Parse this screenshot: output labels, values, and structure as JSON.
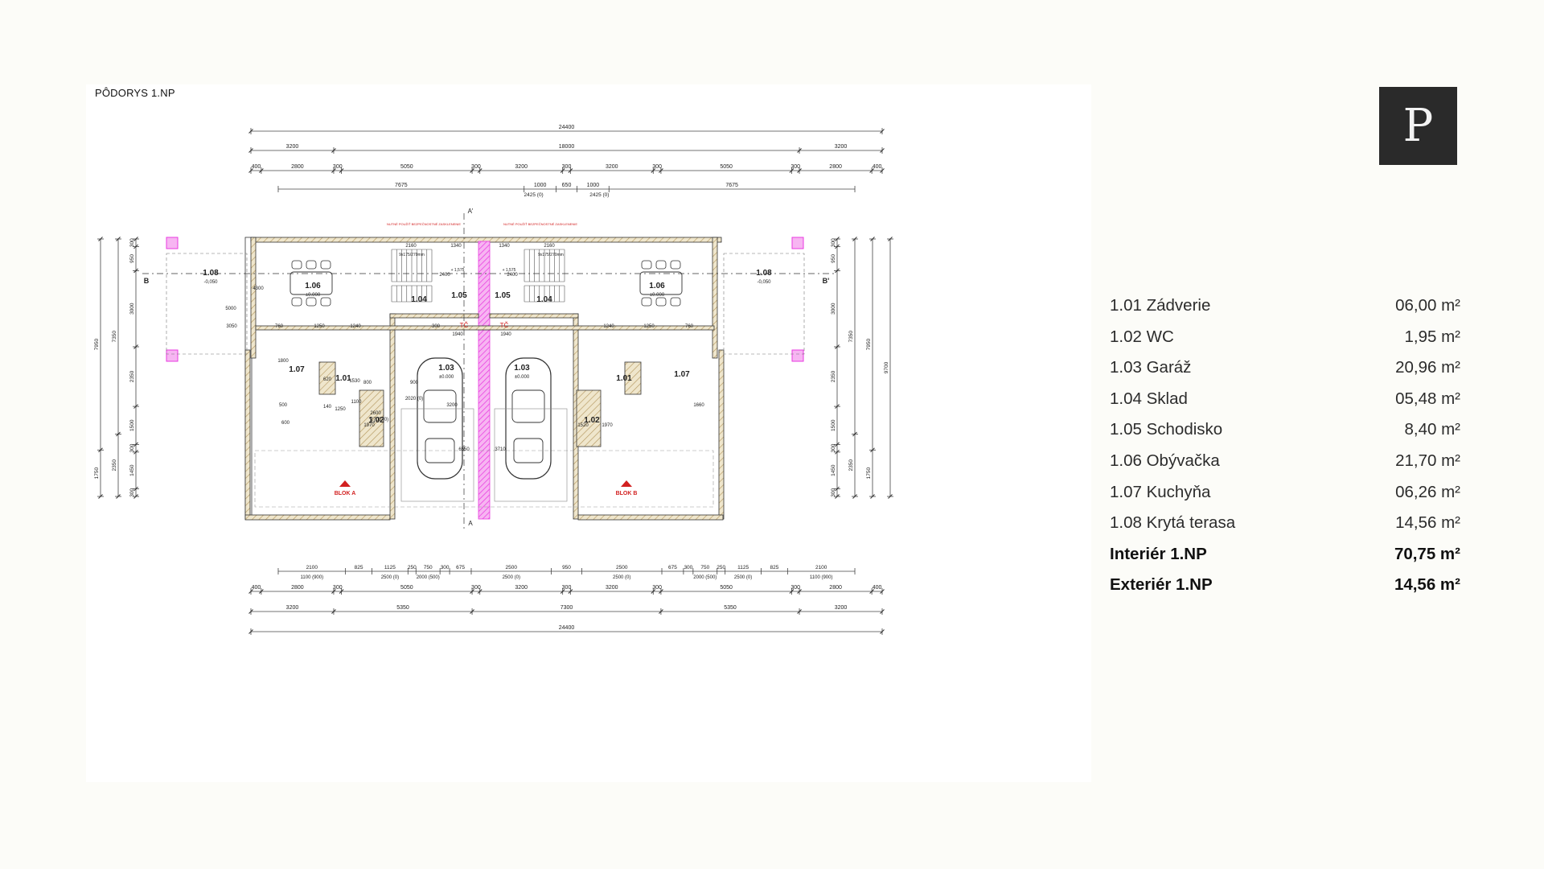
{
  "plan": {
    "title": "PÔDORYS 1.NP",
    "dims_top": {
      "overall": "24400",
      "row2": [
        "3200",
        "18000",
        "3200"
      ],
      "row3": [
        "400",
        "2800",
        "300",
        "5050",
        "300",
        "3200",
        "300",
        "3200",
        "300",
        "5050",
        "300",
        "2800",
        "400"
      ],
      "row4": [
        "7675",
        "1000",
        "650",
        "1000",
        "7675"
      ],
      "row4_sub": [
        "2425 (0)",
        "2425 (0)"
      ]
    },
    "dims_bottom": {
      "row1": [
        "2100",
        "825",
        "1125",
        "250",
        "750",
        "300",
        "675",
        "2500",
        "950",
        "2500",
        "675",
        "300",
        "750",
        "250",
        "1125",
        "825",
        "2100"
      ],
      "row1_sub": [
        "1100 (900)",
        "2500 (0)",
        "2000 (500)",
        "2500 (0)",
        "2500 (0)",
        "2000 (500)",
        "2500 (0)",
        "1100 (900)"
      ],
      "row2": [
        "400",
        "2800",
        "300",
        "5050",
        "300",
        "3200",
        "300",
        "3200",
        "300",
        "5050",
        "300",
        "2800",
        "400"
      ],
      "row3": [
        "3200",
        "5350",
        "7300",
        "5350",
        "3200"
      ],
      "overall": "24400"
    },
    "dims_side": {
      "overall": "9700",
      "row2": [
        "7950",
        "1750"
      ],
      "row3": [
        "7350",
        "2350"
      ],
      "row4": [
        "300",
        "950",
        "3000",
        "2350",
        "1500",
        "300",
        "1450",
        "300"
      ]
    },
    "room_labels": [
      "1.08",
      "1.06",
      "1.04",
      "1.05",
      "1.05",
      "1.04",
      "1.06",
      "1.08",
      "1.07",
      "1.01",
      "1.02",
      "1.03",
      "1.03",
      "1.01",
      "1.02",
      "1.07"
    ],
    "levels": [
      "-0,050",
      "±0.000",
      "±0.000",
      "±0.000",
      "±0.000",
      "-0,050"
    ],
    "markers": {
      "section_a": "A",
      "section_a_prime": "A'",
      "section_b": "B",
      "section_b_prime": "B'",
      "tc": "TČ",
      "block_a": "BLOK A",
      "block_b": "BLOK B",
      "stairs": "9x175/270mm",
      "stair_level": "+ 1,575"
    },
    "misc_dims": [
      "2160",
      "1340",
      "1340",
      "2160",
      "2400",
      "1940",
      "1940",
      "2400",
      "760",
      "1250",
      "1240",
      "1800",
      "300",
      "1240",
      "1250",
      "760",
      "620",
      "1530",
      "1250",
      "800",
      "1970",
      "900",
      "2020 (0)",
      "3200",
      "6550",
      "3710",
      "500",
      "4300",
      "5000",
      "3050",
      "2600",
      "2700 (0)",
      "1100",
      "600",
      "140",
      "1660",
      "1520",
      "1970"
    ],
    "warning_note": "NUTNÉ POUŽIŤ BEZPEČNOSTNÉ ZASKLENENIE"
  },
  "logo": {
    "letter": "P"
  },
  "rooms": [
    {
      "name": "1.01 Zádverie",
      "area": "06,00 m²"
    },
    {
      "name": "1.02 WC",
      "area": "1,95 m²"
    },
    {
      "name": "1.03 Garáž",
      "area": "20,96 m²"
    },
    {
      "name": "1.04 Sklad",
      "area": "05,48 m²"
    },
    {
      "name": "1.05 Schodisko",
      "area": "8,40 m²"
    },
    {
      "name": "1.06 Obývačka",
      "area": "21,70 m²"
    },
    {
      "name": "1.07 Kuchyňa",
      "area": "06,26 m²"
    },
    {
      "name": "1.08 Krytá terasa",
      "area": "14,56 m²"
    }
  ],
  "totals": [
    {
      "name": "Interiér 1.NP",
      "area": "70,75 m²"
    },
    {
      "name": "Exteriér 1.NP",
      "area": "14,56 m²"
    }
  ],
  "colors": {
    "wall_fill": "#e9dfc4",
    "pink": "#e93ae0",
    "red": "#d22020",
    "logo_bg": "#2a2a2a",
    "background": "#fcfcf8"
  }
}
